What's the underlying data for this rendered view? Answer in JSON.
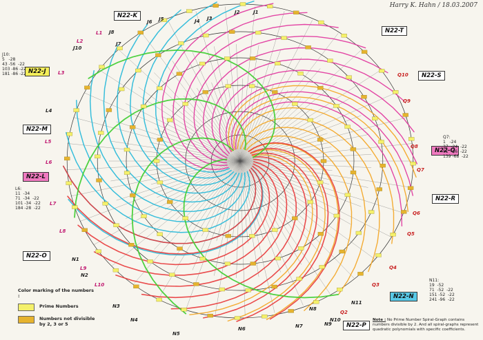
{
  "signature": "Harry K. Hahn  /  18.03.2007",
  "colors": {
    "red": "#e8393a",
    "cyan": "#22b8d8",
    "magenta": "#e0339c",
    "orange": "#f3a41f",
    "green": "#3ccd2e",
    "prime_fill": "#f4f06a",
    "nondiv_fill": "#e6b32e",
    "box_yellow": "#f5ef5a",
    "box_pink": "#f07ac0",
    "box_cyan": "#58c8e6"
  },
  "boxes": {
    "n22_k": "N22-K",
    "n22_t": "N22-T",
    "n22_s": "N22-S",
    "n22_j": "N22-J",
    "n22_m": "N22-M",
    "n22_l": "N22-L",
    "n22_q": "N22-Q",
    "n22_r": "N22-R",
    "n22_o": "N22-O",
    "n22_n": "N22-N",
    "n22_p": "N22-P"
  },
  "formulas": {
    "j10": "J10:\n5   -28\n43 -56  -22\n103 -86 -22\n181 -86 -22",
    "l6": "L6:\n11  -34\n71  -34  -22\n101 -34  -22\n184 -28  -22",
    "q7": "Q7:\n1   -24\n37  -24  -22\n91  -66  -22\n139 -68  -22",
    "n11": "N11:\n19  -52\n71  -52  -22\n151 -52  -22\n241 -96  -22"
  },
  "spiral_labels": {
    "j3": "J3",
    "j4": "J4",
    "j5": "J5",
    "j6": "J6",
    "j7": "J7",
    "j8": "J8",
    "j1": "J1",
    "j2": "J2",
    "j10": "J10",
    "l1": "L1",
    "l2": "L2",
    "l3": "L3",
    "l4": "L4",
    "l5": "L5",
    "l6": "L6",
    "l7": "L7",
    "l8": "L8",
    "l9": "L9",
    "l10": "L10",
    "n1": "N1",
    "n2": "N2",
    "n3": "N3",
    "n4": "N4",
    "n5": "N5",
    "n6": "N6",
    "n7": "N7",
    "n8": "N8",
    "n9": "N9",
    "n10": "N10",
    "n11": "N11",
    "q2": "Q2",
    "q3": "Q3",
    "q4": "Q4",
    "q5": "Q5",
    "q6": "Q6",
    "q7": "Q7",
    "q8": "Q8",
    "q9": "Q9",
    "q10": "Q10"
  },
  "legend": {
    "title": "Color marking of the numbers :",
    "prime": "Prime Numbers",
    "nondiv": "Numbers not divisible by 2, 3  or  5"
  },
  "note": {
    "label": "Note :",
    "text": "No Prime Number Spiral-Graph contains numbers divisible by 2. And all spiral-graphs represent quadratic polynomials with specific coefficients."
  }
}
